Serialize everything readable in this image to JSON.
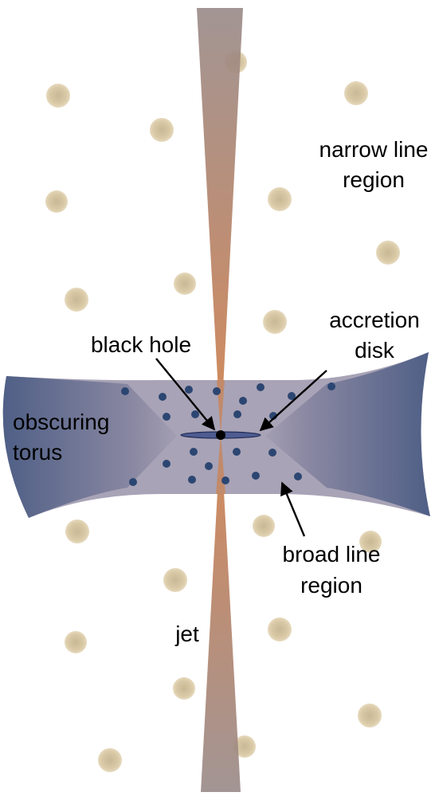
{
  "labels": {
    "narrow_line_region_line1": "narrow line",
    "narrow_line_region_line2": "region",
    "accretion_disk_line1": "accretion",
    "accretion_disk_line2": "disk",
    "black_hole": "black hole",
    "obscuring_torus_line1": "obscuring",
    "obscuring_torus_line2": "torus",
    "broad_line_region_line1": "broad line",
    "broad_line_region_line2": "region",
    "jet": "jet"
  },
  "colors": {
    "background": "#ffffff",
    "torus_dark": "#4f5f86",
    "torus_light": "#9a95ab",
    "torus_center": "#a39eb2",
    "jet_gray": "#9a8c8a",
    "jet_orange": "#c98454",
    "narrow_line_cloud": "#d9c9a6",
    "broad_line_cloud": "#2c4672",
    "disk": "#4e5c91",
    "black_hole": "#000000",
    "arrow": "#000000"
  }
}
